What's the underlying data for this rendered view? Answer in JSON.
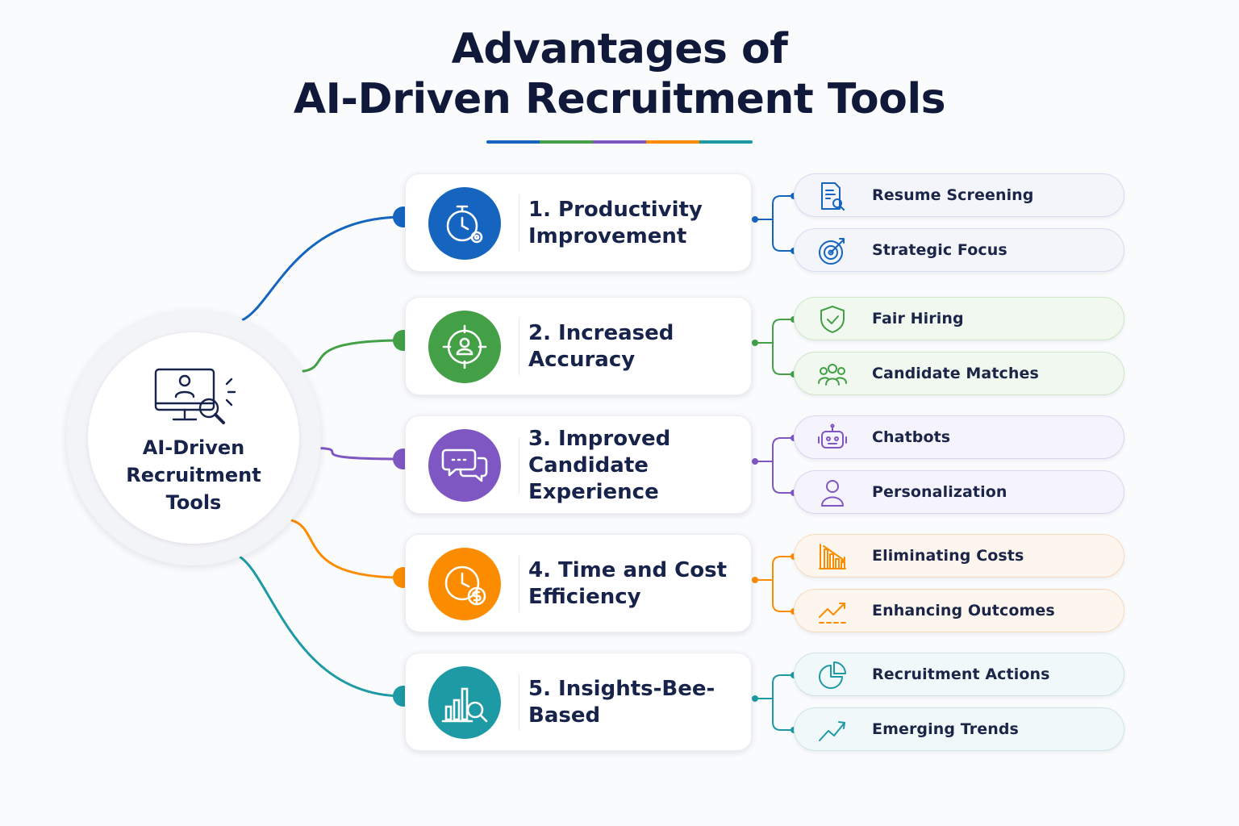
{
  "title_line1": "Advantages of",
  "title_line2": "AI-Driven Recruitment Tools",
  "underline_colors": [
    "#1565c0",
    "#43a047",
    "#7e57c2",
    "#fb8c00",
    "#1e9aa5"
  ],
  "hub": {
    "label": "AI-Driven Recruitment Tools",
    "icon": "computer-search-icon"
  },
  "advantages": [
    {
      "title": "1. Productivity\n    Improvement",
      "color": "#1565c0",
      "icon": "stopwatch-gear-icon",
      "tint": "#f3f5fb",
      "border": "#d7dcef",
      "subs": [
        {
          "label": "Resume Screening",
          "icon": "document-search-icon"
        },
        {
          "label": "Strategic Focus",
          "icon": "target-arrow-icon"
        }
      ]
    },
    {
      "title": "2. Increased\n    Accuracy",
      "color": "#43a047",
      "icon": "target-person-icon",
      "tint": "#f1f8ef",
      "border": "#cfe6c9",
      "subs": [
        {
          "label": "Fair Hiring",
          "icon": "shield-check-icon"
        },
        {
          "label": "Candidate Matches",
          "icon": "people-group-icon"
        }
      ]
    },
    {
      "title": "3. Improved\n    Candidate\n    Experience",
      "color": "#7e57c2",
      "icon": "chat-bubbles-icon",
      "tint": "#f5f3fb",
      "border": "#dcd5ef",
      "subs": [
        {
          "label": "Chatbots",
          "icon": "robot-icon"
        },
        {
          "label": "Personalization",
          "icon": "user-icon"
        }
      ]
    },
    {
      "title": "4. Time and Cost\n    Efficiency",
      "color": "#fb8c00",
      "icon": "clock-dollar-icon",
      "tint": "#fdf6ee",
      "border": "#f6dcbc",
      "subs": [
        {
          "label": "Eliminating Costs",
          "icon": "bar-chart-down-icon"
        },
        {
          "label": "Enhancing Outcomes",
          "icon": "trend-up-icon"
        }
      ]
    },
    {
      "title": "5. Insights-Bee-Based",
      "color": "#1e9aa5",
      "icon": "chart-magnifier-icon",
      "tint": "#f1f8f9",
      "border": "#cde5e8",
      "subs": [
        {
          "label": "Recruitment Actions",
          "icon": "pie-chart-icon"
        },
        {
          "label": "Emerging Trends",
          "icon": "trend-line-icon"
        }
      ]
    }
  ]
}
